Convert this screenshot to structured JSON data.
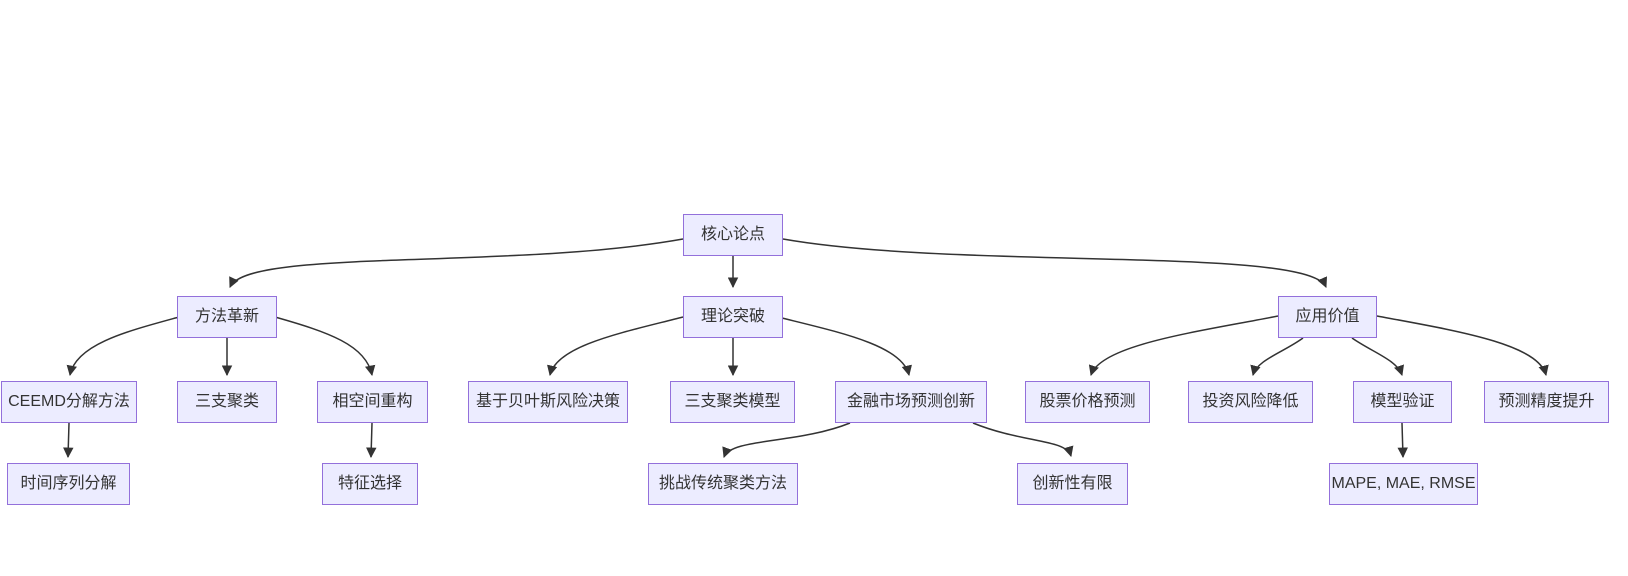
{
  "diagram": {
    "type": "flowchart-top-down",
    "colors": {
      "node_fill": "#ECECFF",
      "node_border": "#9370DB",
      "edge": "#333333",
      "text": "#333333",
      "background": "#FFFFFF"
    },
    "nodes": {
      "root": {
        "label": "核心论点"
      },
      "method": {
        "label": "方法革新"
      },
      "theory": {
        "label": "理论突破"
      },
      "application": {
        "label": "应用价值"
      },
      "ceemd": {
        "label": "CEEMD分解方法"
      },
      "threeway": {
        "label": "三支聚类"
      },
      "phase": {
        "label": "相空间重构"
      },
      "bayes": {
        "label": "基于贝叶斯风险决策"
      },
      "threewaymodel": {
        "label": "三支聚类模型"
      },
      "finance": {
        "label": "金融市场预测创新"
      },
      "stock": {
        "label": "股票价格预测"
      },
      "risk": {
        "label": "投资风险降低"
      },
      "model": {
        "label": "模型验证"
      },
      "accuracy": {
        "label": "预测精度提升"
      },
      "timeseries": {
        "label": "时间序列分解"
      },
      "feature": {
        "label": "特征选择"
      },
      "challenge": {
        "label": "挑战传统聚类方法"
      },
      "limited": {
        "label": "创新性有限"
      },
      "metrics": {
        "label": "MAPE, MAE, RMSE"
      }
    },
    "edges": [
      {
        "from": "root",
        "to": "method"
      },
      {
        "from": "root",
        "to": "theory"
      },
      {
        "from": "root",
        "to": "application"
      },
      {
        "from": "method",
        "to": "ceemd"
      },
      {
        "from": "method",
        "to": "threeway"
      },
      {
        "from": "method",
        "to": "phase"
      },
      {
        "from": "theory",
        "to": "bayes"
      },
      {
        "from": "theory",
        "to": "threewaymodel"
      },
      {
        "from": "theory",
        "to": "finance"
      },
      {
        "from": "application",
        "to": "stock"
      },
      {
        "from": "application",
        "to": "risk"
      },
      {
        "from": "application",
        "to": "model"
      },
      {
        "from": "application",
        "to": "accuracy"
      },
      {
        "from": "ceemd",
        "to": "timeseries"
      },
      {
        "from": "phase",
        "to": "feature"
      },
      {
        "from": "finance",
        "to": "challenge"
      },
      {
        "from": "finance",
        "to": "limited"
      },
      {
        "from": "model",
        "to": "metrics"
      }
    ]
  }
}
